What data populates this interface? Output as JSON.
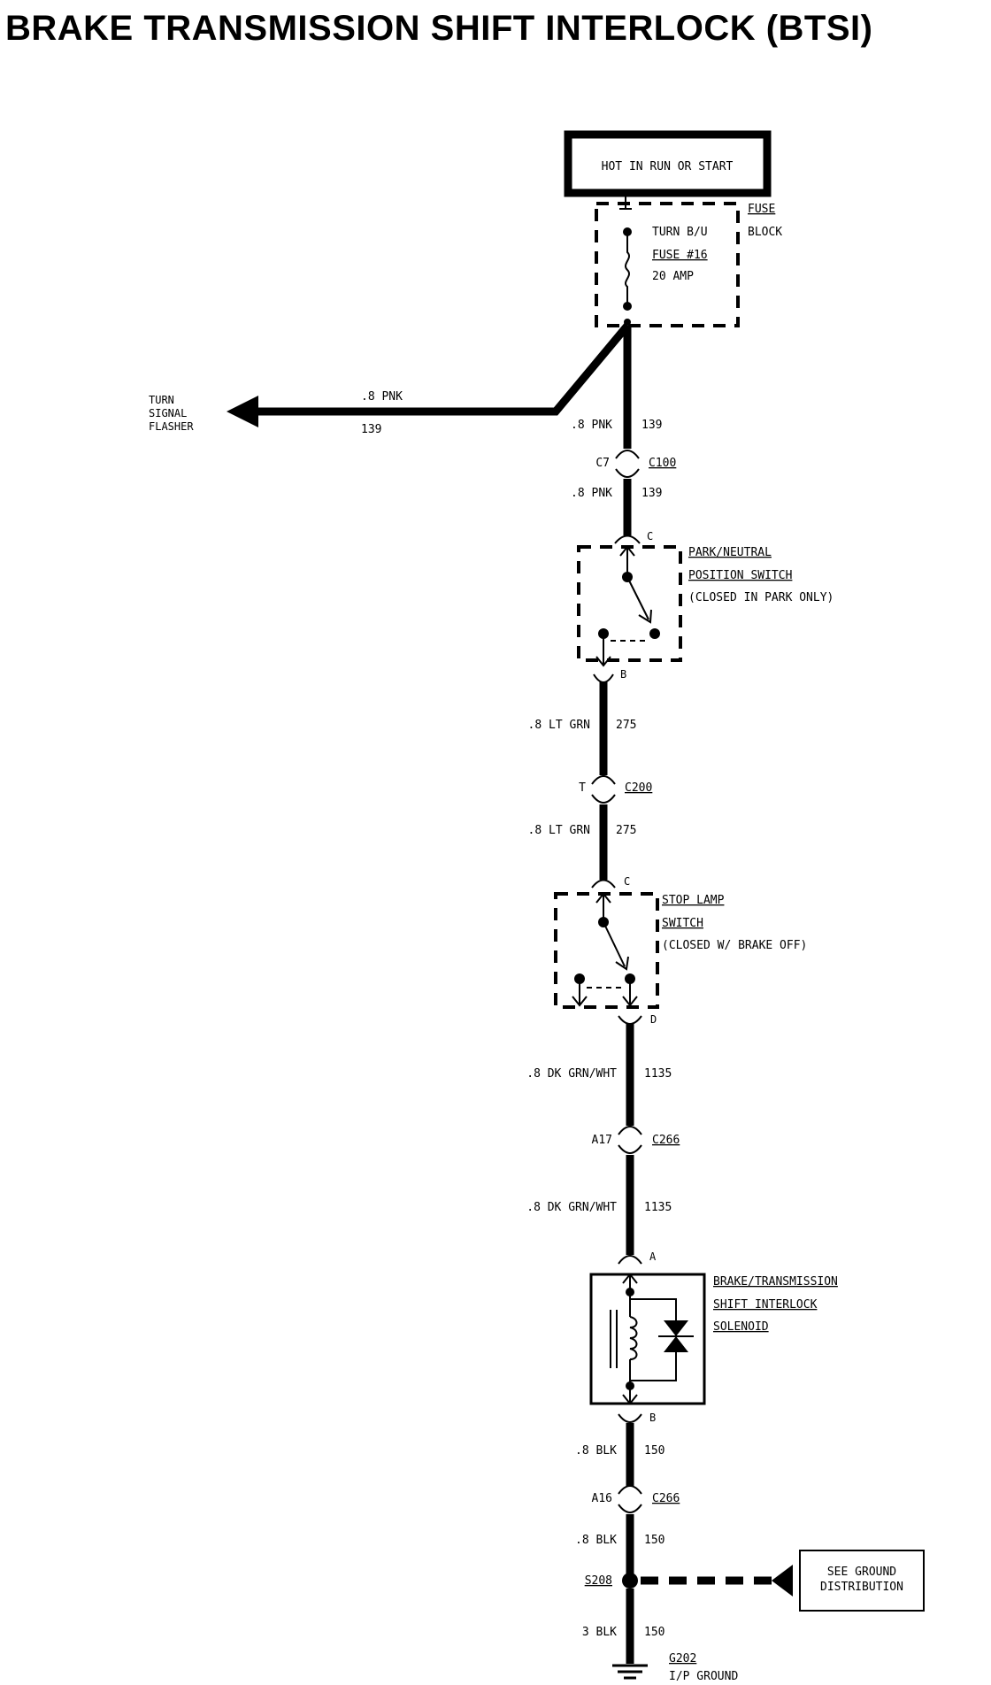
{
  "title": "BRAKE TRANSMISSION SHIFT INTERLOCK (BTSI)",
  "power_box": "HOT IN RUN OR START",
  "fuse_block": {
    "name_line1": "FUSE",
    "name_line2": "BLOCK",
    "fuse_line1": "TURN B/U",
    "fuse_line2": "FUSE #16",
    "fuse_line3": "20 AMP"
  },
  "flasher": {
    "line1": "TURN",
    "line2": "SIGNAL",
    "line3": "FLASHER",
    "wire_label": ".8 PNK",
    "circuit": "139"
  },
  "wires": {
    "w1_size": ".8 PNK",
    "w1_circuit": "139",
    "w2_size": ".8 PNK",
    "w2_circuit": "139",
    "w3_size": ".8 LT GRN",
    "w3_circuit": "275",
    "w4_size": ".8 LT GRN",
    "w4_circuit": "275",
    "w5_size": ".8 DK GRN/WHT",
    "w5_circuit": "1135",
    "w6_size": ".8 DK GRN/WHT",
    "w6_circuit": "1135",
    "w7_size": ".8 BLK",
    "w7_circuit": "150",
    "w8_size": ".8 BLK",
    "w8_circuit": "150",
    "w9_size": "3 BLK",
    "w9_circuit": "150"
  },
  "connectors": {
    "c100_pin": "C7",
    "c100": "C100",
    "c200_pin": "T",
    "c200": "C200",
    "c266a_pin": "A17",
    "c266a": "C266",
    "c266b_pin": "A16",
    "c266b": "C266"
  },
  "park_neutral": {
    "line1": "PARK/NEUTRAL",
    "line2": "POSITION SWITCH",
    "line3": "(CLOSED IN PARK ONLY)",
    "pin_top": "C",
    "pin_bottom": "B"
  },
  "stop_lamp": {
    "line1": "STOP LAMP",
    "line2": "SWITCH",
    "line3": "(CLOSED W/ BRAKE OFF)",
    "pin_top": "C",
    "pin_bottom": "D"
  },
  "solenoid": {
    "line1": "BRAKE/TRANSMISSION",
    "line2": "SHIFT INTERLOCK",
    "line3": "SOLENOID",
    "pin_top": "A",
    "pin_bottom": "B"
  },
  "splice": {
    "name": "S208"
  },
  "ground_box": {
    "line1": "SEE GROUND",
    "line2": "DISTRIBUTION"
  },
  "ground": {
    "name": "G202",
    "location": "I/P GROUND"
  }
}
